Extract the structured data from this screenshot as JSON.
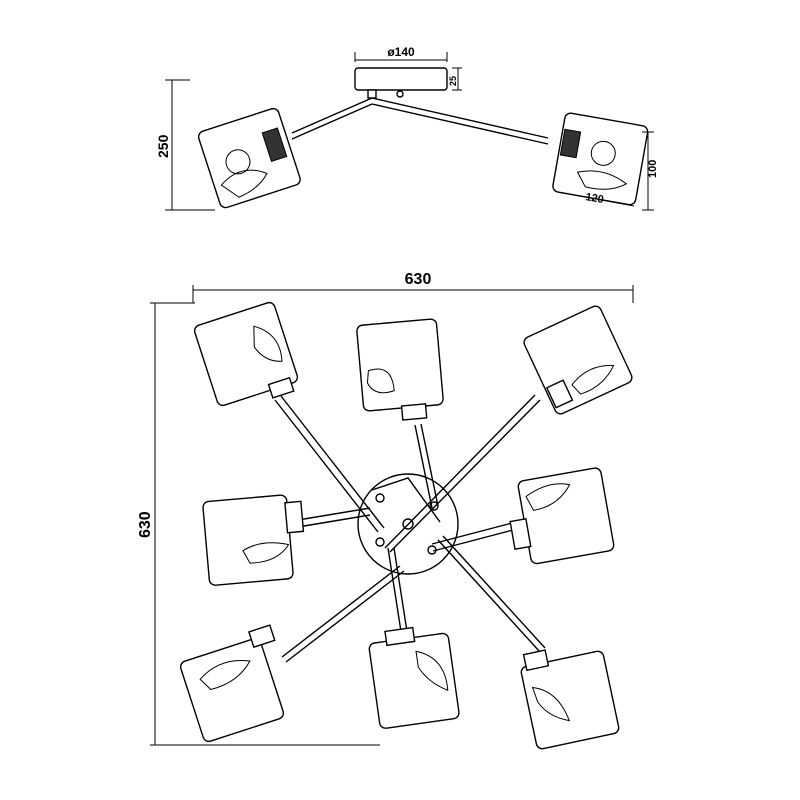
{
  "side_view": {
    "canopy_diameter": "ø140",
    "canopy_height": "25",
    "overall_height": "250",
    "shade_height": "100",
    "shade_width": "120"
  },
  "top_view": {
    "overall_width": "630",
    "overall_depth": "630",
    "arm_count": 8
  }
}
